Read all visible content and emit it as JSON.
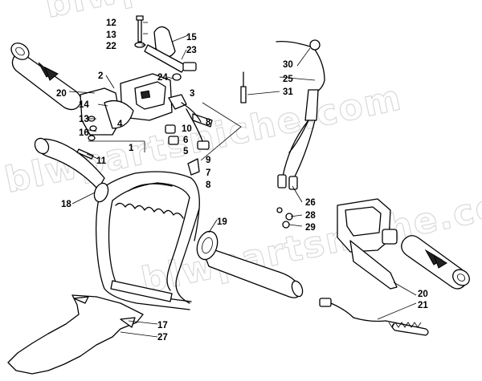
{
  "diagram": {
    "watermark": "blwparts",
    "watermark_full": "blwpartsniche.com",
    "callouts": [
      {
        "id": "c1",
        "text": "1"
      },
      {
        "id": "c2",
        "text": "2"
      },
      {
        "id": "c3",
        "text": "3"
      },
      {
        "id": "c4",
        "text": "4"
      },
      {
        "id": "c5",
        "text": "5"
      },
      {
        "id": "c6",
        "text": "6"
      },
      {
        "id": "c7",
        "text": "7"
      },
      {
        "id": "c8a",
        "text": "8"
      },
      {
        "id": "c8b",
        "text": "8"
      },
      {
        "id": "c9",
        "text": "9"
      },
      {
        "id": "c10",
        "text": "10"
      },
      {
        "id": "c11",
        "text": "11"
      },
      {
        "id": "c12",
        "text": "12"
      },
      {
        "id": "c13a",
        "text": "13"
      },
      {
        "id": "c13b",
        "text": "13"
      },
      {
        "id": "c14",
        "text": "14"
      },
      {
        "id": "c15",
        "text": "15"
      },
      {
        "id": "c16",
        "text": "16"
      },
      {
        "id": "c17",
        "text": "17"
      },
      {
        "id": "c18",
        "text": "18"
      },
      {
        "id": "c19",
        "text": "19"
      },
      {
        "id": "c20a",
        "text": "20"
      },
      {
        "id": "c20b",
        "text": "20"
      },
      {
        "id": "c21",
        "text": "21"
      },
      {
        "id": "c22",
        "text": "22"
      },
      {
        "id": "c23",
        "text": "23"
      },
      {
        "id": "c24",
        "text": "24"
      },
      {
        "id": "c25",
        "text": "25"
      },
      {
        "id": "c26",
        "text": "26"
      },
      {
        "id": "c27",
        "text": "27"
      },
      {
        "id": "c28",
        "text": "28"
      },
      {
        "id": "c29",
        "text": "29"
      },
      {
        "id": "c30",
        "text": "30"
      },
      {
        "id": "c31",
        "text": "31"
      }
    ]
  }
}
